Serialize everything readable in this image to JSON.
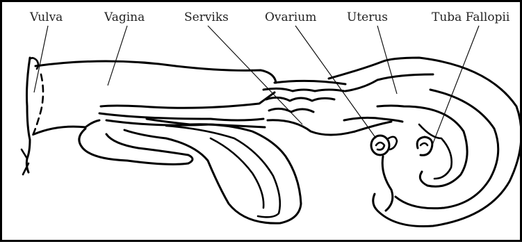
{
  "diagram": {
    "labels": {
      "vulva": "Vulva",
      "vagina": "Vagina",
      "serviks": "Serviks",
      "ovarium": "Ovarium",
      "uterus": "Uterus",
      "tuba_fallopii": "Tuba Fallopii"
    }
  }
}
